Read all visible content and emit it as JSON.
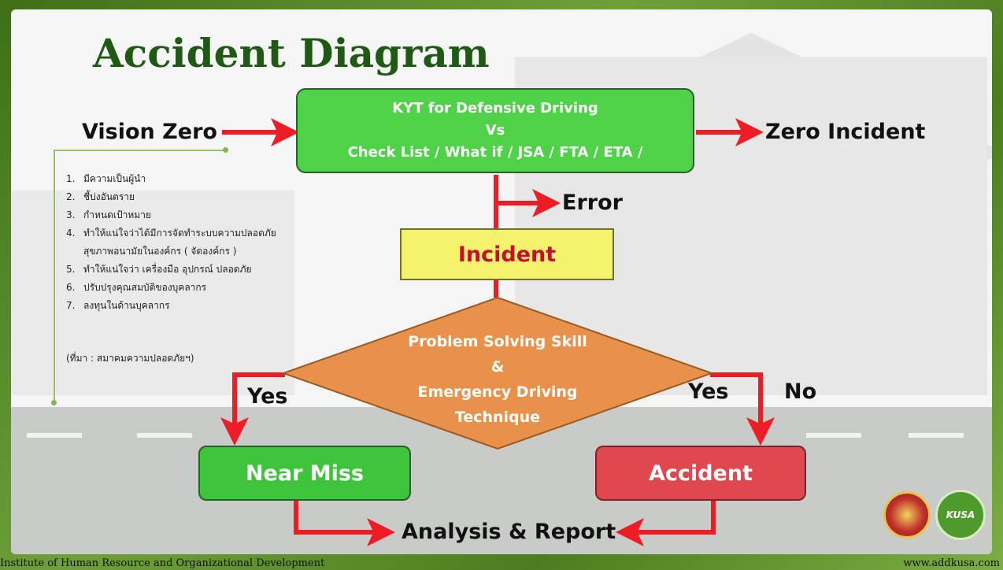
{
  "slide": {
    "title": "Accident Diagram",
    "vision_zero": "Vision Zero",
    "zero_incident": "Zero Incident",
    "kyt_box": {
      "line1": "KYT for Defensive Driving",
      "line2": "Vs",
      "line3": "Check List / What if / JSA / FTA / ETA /"
    },
    "error_label": "Error",
    "incident_box": "Incident",
    "decision": {
      "line1": "Problem Solving Skill",
      "line2": "&",
      "line3": "Emergency Driving",
      "line4": "Technique"
    },
    "yes_left": "Yes",
    "yes_right": "Yes",
    "no_label": "No",
    "near_miss": "Near Miss",
    "accident": "Accident",
    "analysis": "Analysis & Report",
    "bullets": [
      {
        "num": "1.",
        "text": "มีความเป็นผู้นำ"
      },
      {
        "num": "2.",
        "text": "ชี้บ่งอันตราย"
      },
      {
        "num": "3.",
        "text": "กำหนดเป้าหมาย"
      },
      {
        "num": "4.",
        "text": "ทำให้แน่ใจว่าได้มีการจัดทำระบบความปลอดภัย"
      },
      {
        "num": "",
        "text": "สุขภาพอนามัยในองค์กร ( จัดองค์กร )"
      },
      {
        "num": "5.",
        "text": "ทำให้แน่ใจว่า เครื่องมือ อุปกรณ์ ปลอดภัย"
      },
      {
        "num": "6.",
        "text": "ปรับปรุงคุณสมบัติของบุคลากร"
      },
      {
        "num": "7.",
        "text": "ลงทุนในด้านบุคลากร"
      }
    ],
    "source": "(ที่มา : สมาคมความปลอดภัยฯ)",
    "footer_left": "Institute of Human Resource and Organizational Development",
    "footer_right": "www.addkusa.com",
    "logo_b_text": "KUSA"
  },
  "colors": {
    "arrow": "#ee1c25",
    "title": "#1e5a14",
    "kyt_fill": "#4fd148",
    "incident_fill": "#f6f26b",
    "incident_text": "#c0112e",
    "diamond_fill": "#e8914a",
    "near_miss_fill": "#3dc43a",
    "accident_fill": "#e0484f"
  }
}
